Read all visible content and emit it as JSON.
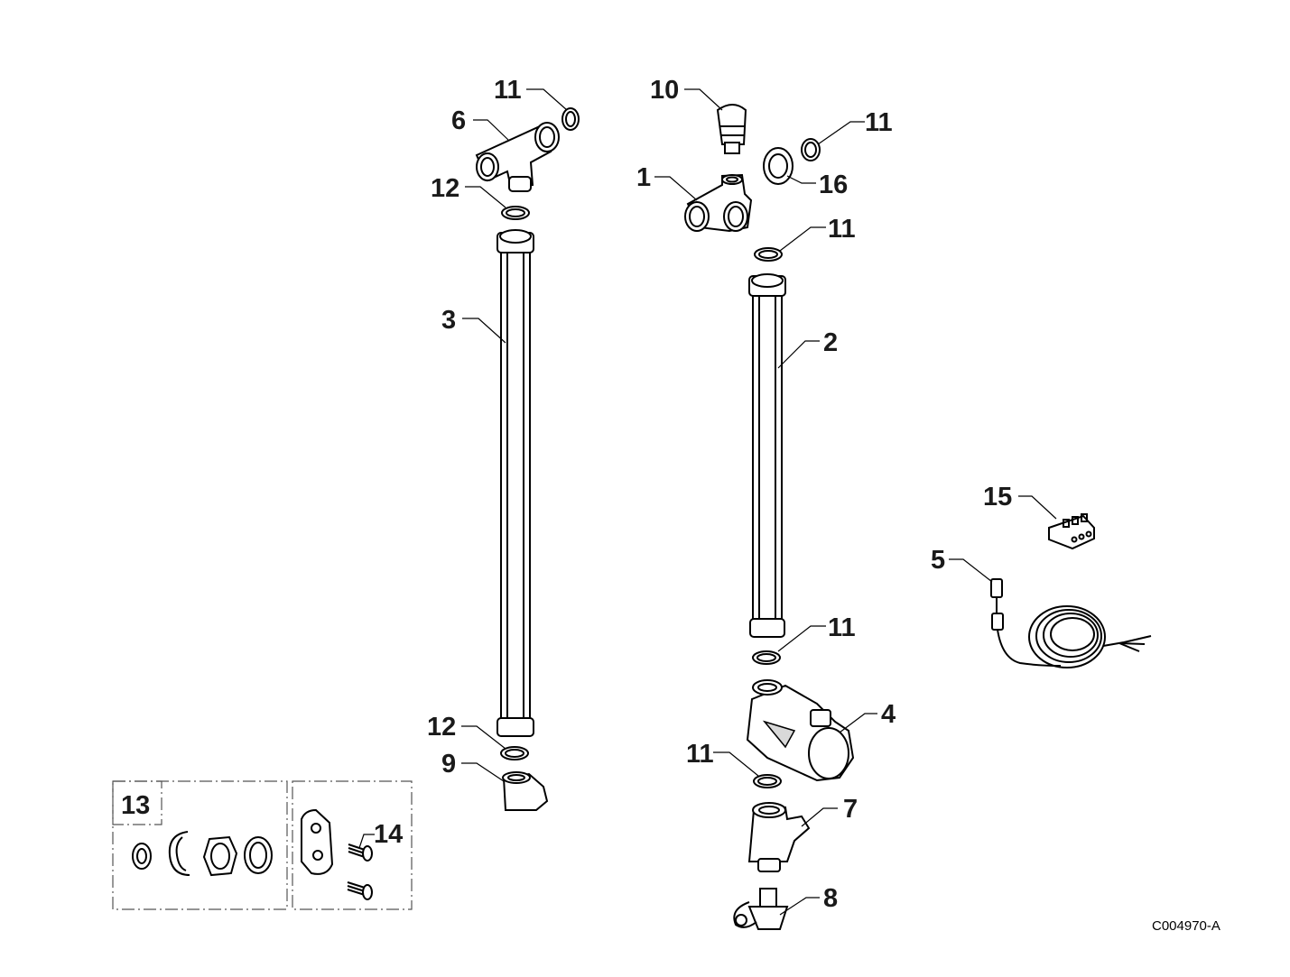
{
  "diagram": {
    "callouts": {
      "c11a": "11",
      "c6": "6",
      "c12a": "12",
      "c3": "3",
      "c12b": "12",
      "c9": "9",
      "c10": "10",
      "c11b": "11",
      "c1": "1",
      "c16": "16",
      "c11c": "11",
      "c2": "2",
      "c11d": "11",
      "c4": "4",
      "c11e": "11",
      "c7": "7",
      "c8": "8",
      "c15": "15",
      "c5": "5",
      "c13": "13",
      "c14": "14"
    },
    "reference_code": "C004970-A"
  }
}
